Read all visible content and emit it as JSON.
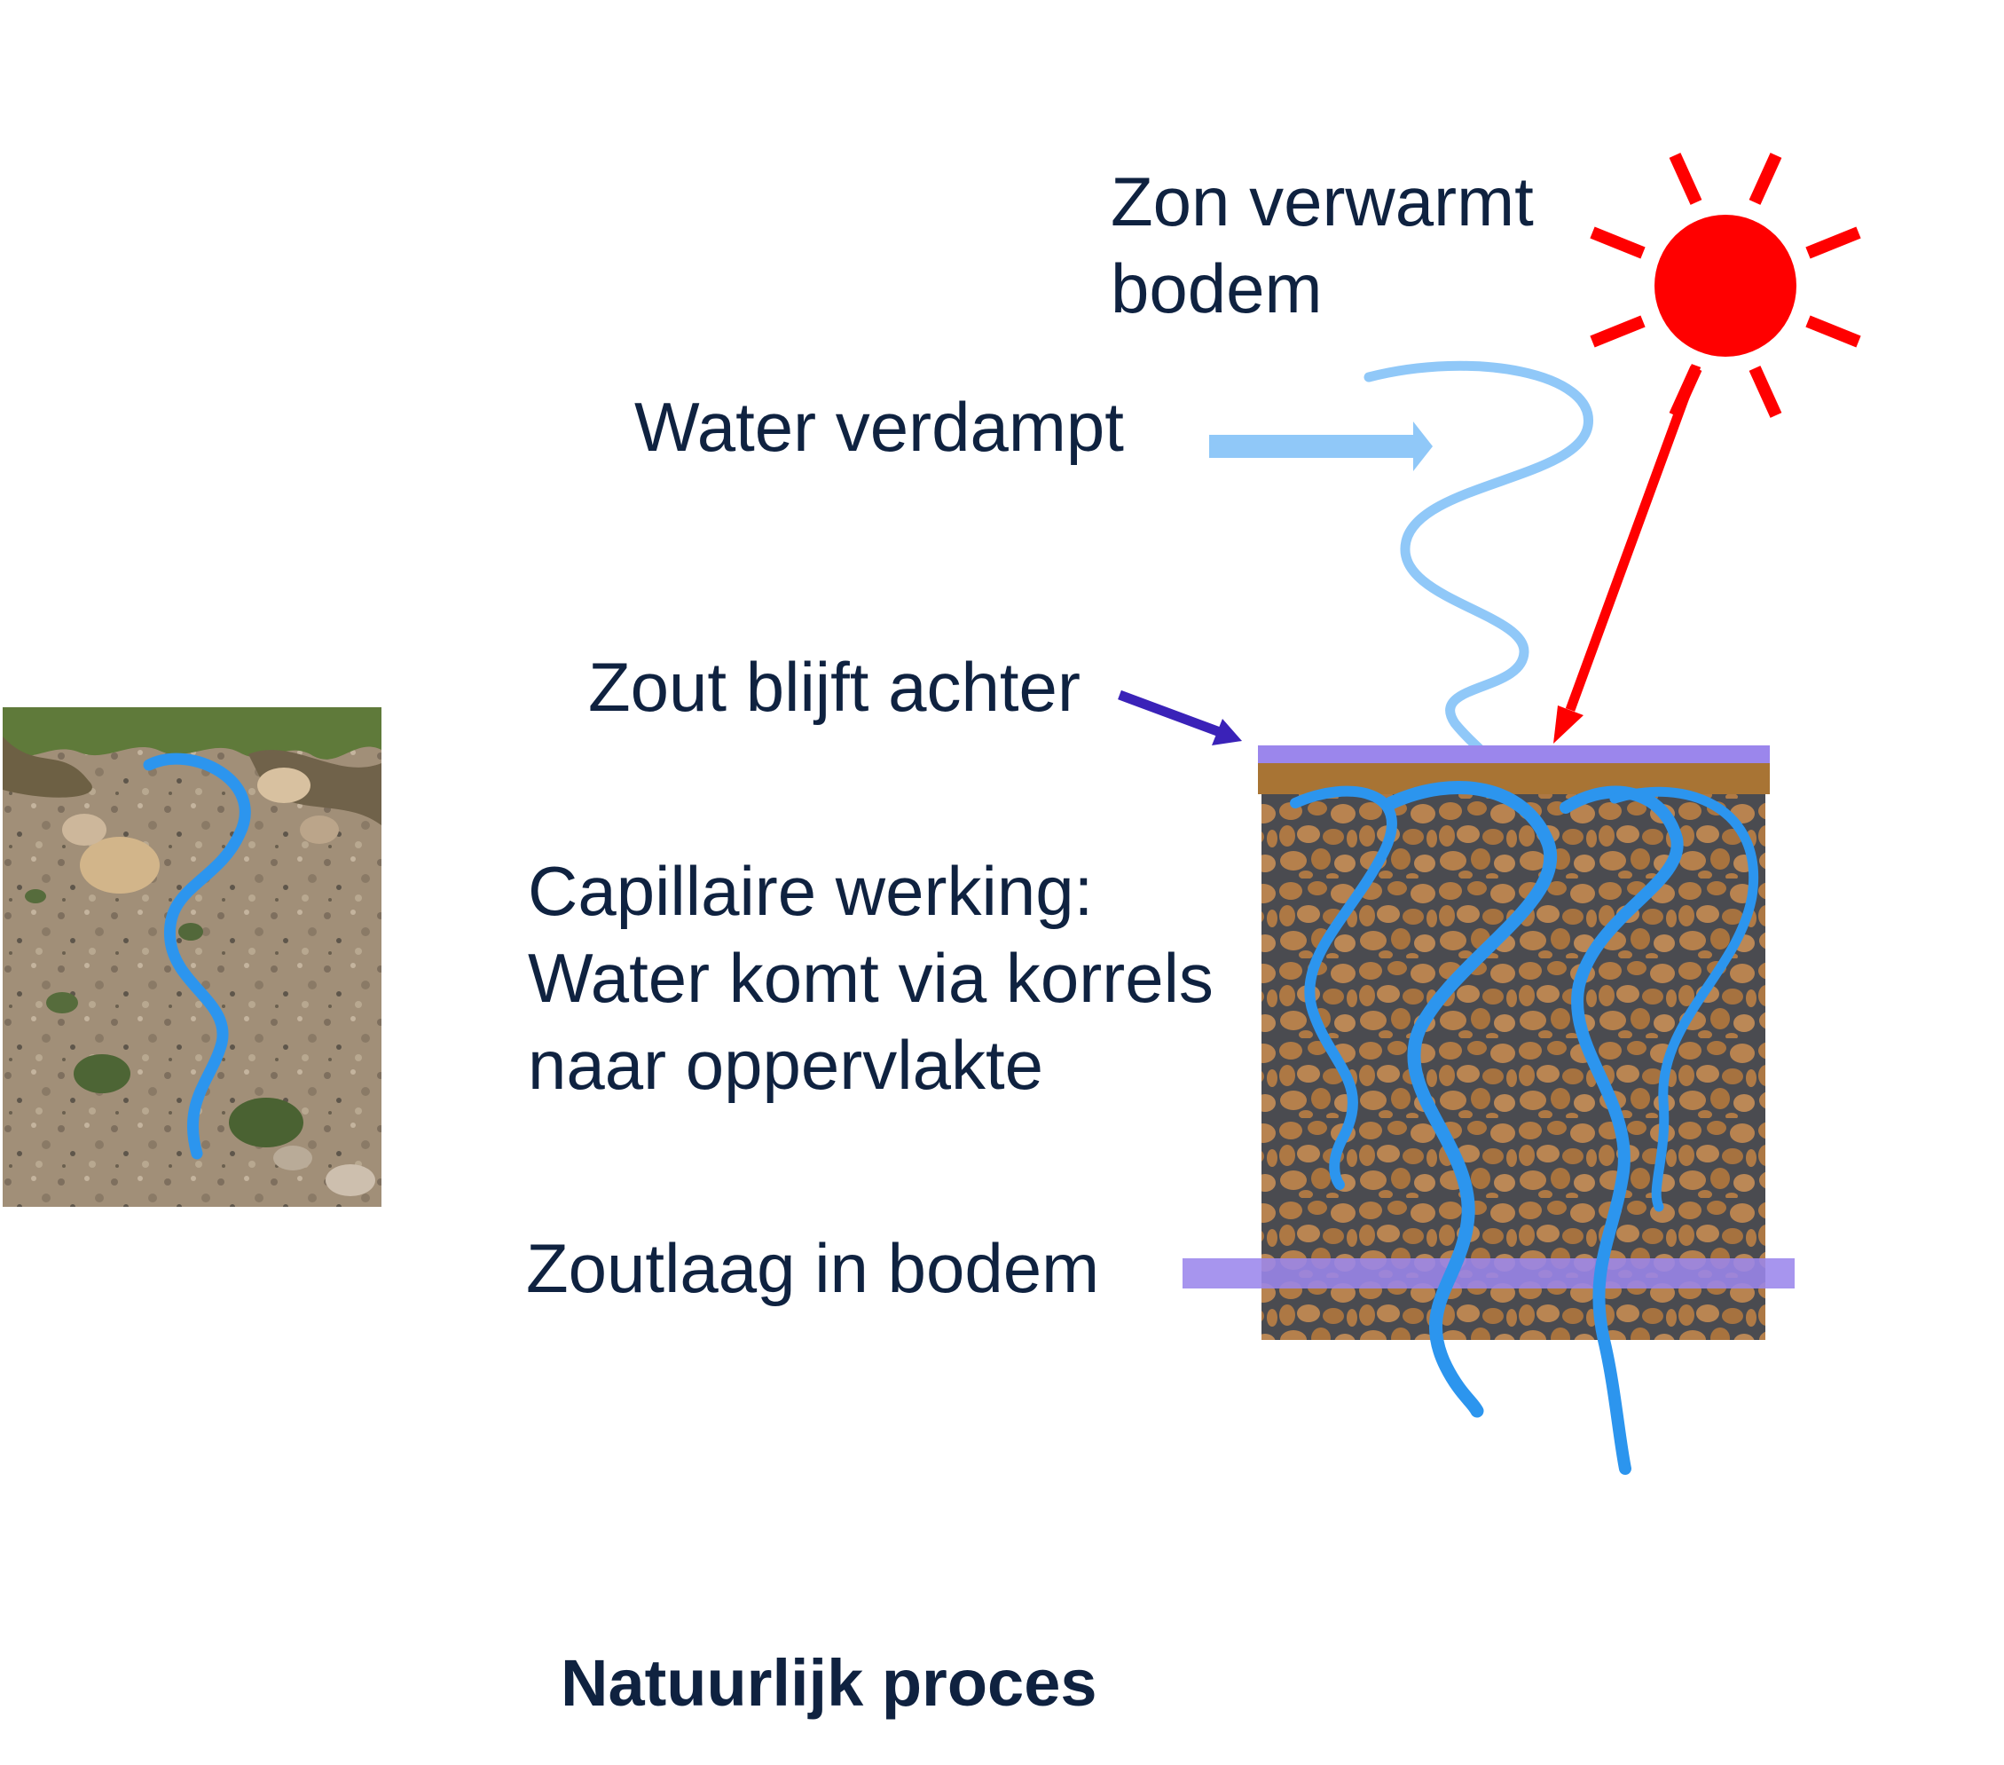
{
  "labels": {
    "sun": [
      "Zon verwarmt",
      "bodem"
    ],
    "evaporation": "Water verdampt",
    "salt_remains": "Zout blijft achter",
    "capillary": [
      "Capillaire werking:",
      "Water komt via korrels",
      "naar oppervlakte"
    ],
    "salt_layer": "Zoutlaag in bodem",
    "title": "Natuurlijk proces"
  },
  "colors": {
    "text": "#0f2240",
    "sun": "#ff0000",
    "vapor": "#90c8f8",
    "capillary_water": "#2c95ee",
    "salt": "#9b86ec",
    "soil_top": "#a87434",
    "soil_grain": "#b07a45",
    "soil_matrix": "#4a4b50",
    "salt_arrow": "#3a22b8"
  },
  "icons": [
    "sun-icon",
    "evaporation-arrow",
    "sun-ray-arrow",
    "salt-arrow",
    "vapor-wave",
    "capillary-ribbon"
  ],
  "photo": {
    "subject": "photo-eroded-hillside",
    "overlay": "capillary-ribbon"
  }
}
